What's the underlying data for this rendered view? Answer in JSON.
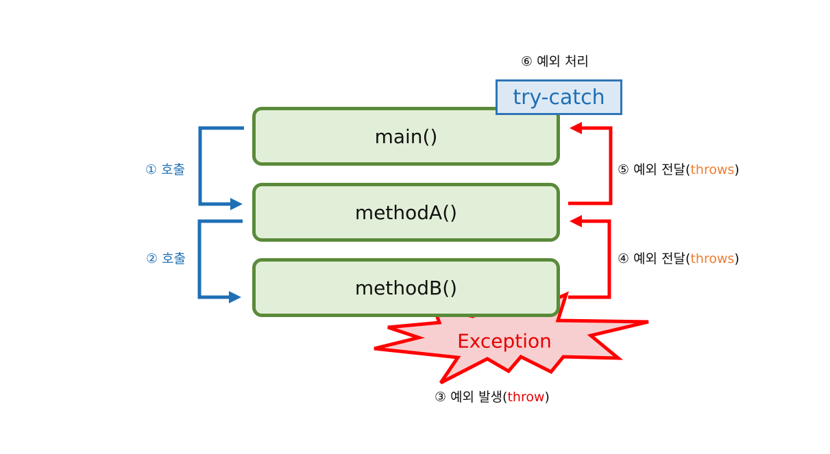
{
  "boxes": {
    "main": "main()",
    "method_a": "methodA()",
    "method_b": "methodB()"
  },
  "try_catch": "try-catch",
  "exception": "Exception",
  "labels": {
    "handle": "⑥ 예외 처리",
    "call_1": "① 호출",
    "call_2": "② 호출",
    "pass_5_prefix": "⑤ 예외 전달(",
    "pass_5_keyword": "throws",
    "pass_5_suffix": ")",
    "pass_4_prefix": "④ 예외 전달(",
    "pass_4_keyword": "throws",
    "pass_4_suffix": ")",
    "throw_prefix": "③ 예외 발생(",
    "throw_keyword": "throw",
    "throw_suffix": ")"
  },
  "colors": {
    "call_arrow": "#1f6fb5",
    "throw_arrow": "#ff0000",
    "box_border": "#5a8a3a",
    "box_fill": "#e2efd8",
    "keyword_orange": "#ed7d31",
    "keyword_red": "#e60000"
  }
}
